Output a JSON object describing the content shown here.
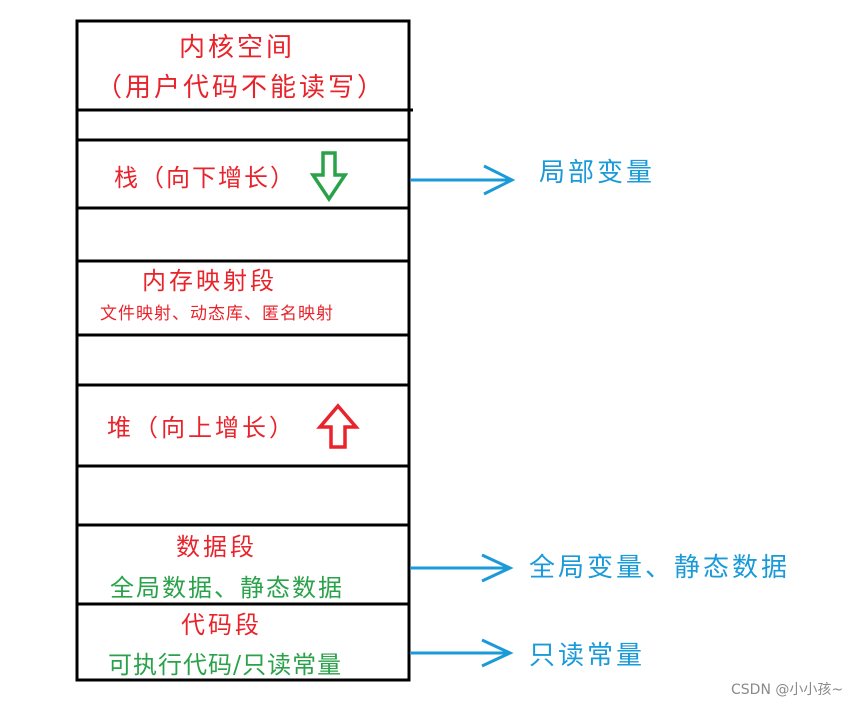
{
  "memory_layout": {
    "kernel": {
      "title": "内核空间",
      "note": "（用户代码不能读写）"
    },
    "stack": {
      "label": "栈（向下增长）"
    },
    "mmap": {
      "title": "内存映射段",
      "note": "文件映射、动态库、匿名映射"
    },
    "heap": {
      "label": "堆（向上增长）"
    },
    "data": {
      "title": "数据段",
      "note": "全局数据、静态数据"
    },
    "code": {
      "title": "代码段",
      "note": "可执行代码/只读常量"
    }
  },
  "annotations": {
    "stack": "局部变量",
    "data": "全局变量、静态数据",
    "code": "只读常量"
  },
  "watermark": "CSDN @小小孩~",
  "colors": {
    "frame": "#000000",
    "region_text": "#e8232b",
    "segment_note": "#2aa24a",
    "annotation": "#1a9ad8",
    "stack_arrow": "#2aa24a",
    "heap_arrow": "#e8232b"
  },
  "icons": {
    "stack_arrow": "hollow-down-arrow-icon",
    "heap_arrow": "hollow-up-arrow-icon",
    "annotation_arrow": "right-arrow-icon"
  }
}
